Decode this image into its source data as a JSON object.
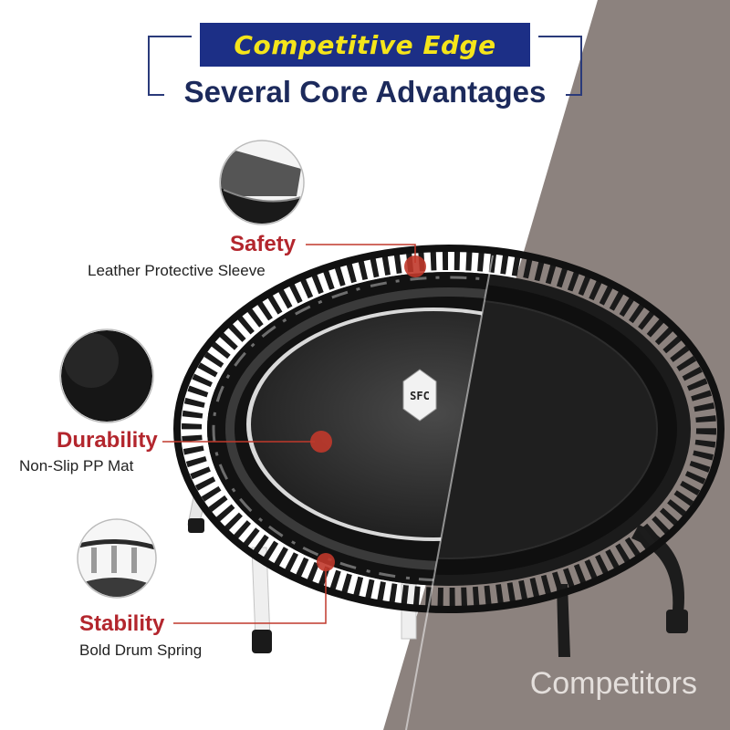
{
  "banner": {
    "label": "Competitive Edge"
  },
  "headline": "Several Core Advantages",
  "features": [
    {
      "title": "Safety",
      "subtitle": "Leather Protective Sleeve"
    },
    {
      "title": "Durability",
      "subtitle": "Non-Slip PP Mat"
    },
    {
      "title": "Stability",
      "subtitle": "Bold Drum Spring"
    }
  ],
  "comparison_label": "Competitors",
  "logo": {
    "text": "SFC"
  },
  "colors": {
    "banner_bg": "#1c2f86",
    "banner_text": "#f5e51a",
    "headline": "#1c2a5c",
    "feature_title": "#b3262d",
    "marker": "#c0392b",
    "competitor_bg": "#8c827e"
  }
}
